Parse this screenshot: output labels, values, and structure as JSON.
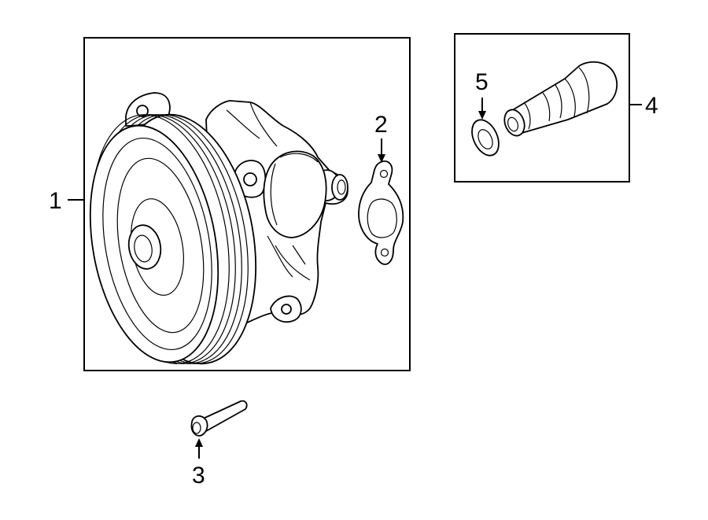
{
  "diagram": {
    "callouts": {
      "c1": "1",
      "c2": "2",
      "c3": "3",
      "c4": "4",
      "c5": "5"
    },
    "colors": {
      "line": "#000000",
      "background": "#ffffff"
    },
    "parts": [
      "water-pump",
      "gasket",
      "bolt",
      "outlet-fitting",
      "o-ring"
    ]
  }
}
